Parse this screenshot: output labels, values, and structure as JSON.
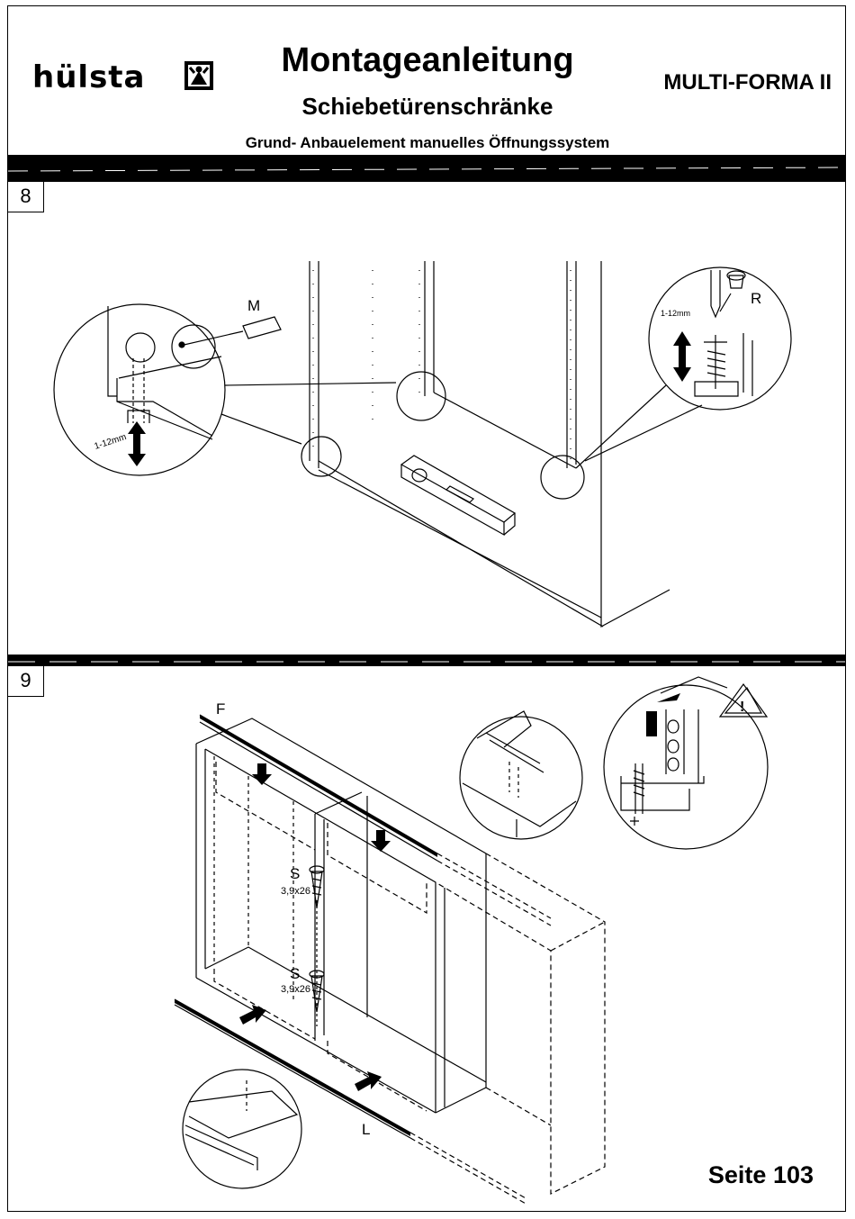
{
  "header": {
    "brand": "hülsta",
    "title": "Montageanleitung",
    "subtitle": "Schiebetürenschränke",
    "model": "MULTI-FORMA II",
    "caption": "Grund- Anbauelement manuelles Öffnungssystem"
  },
  "step8": {
    "number": "8",
    "label_m": "M",
    "label_r": "R",
    "gap_left": "1-12mm",
    "gap_right": "1-12mm"
  },
  "step9": {
    "number": "9",
    "label_f": "F",
    "label_s1": "S",
    "size_s1": "3,9x26",
    "label_s2": "S",
    "size_s2": "3,9x26",
    "label_l": "L",
    "warning_symbol": "!"
  },
  "footer": {
    "page": "Seite 103"
  }
}
